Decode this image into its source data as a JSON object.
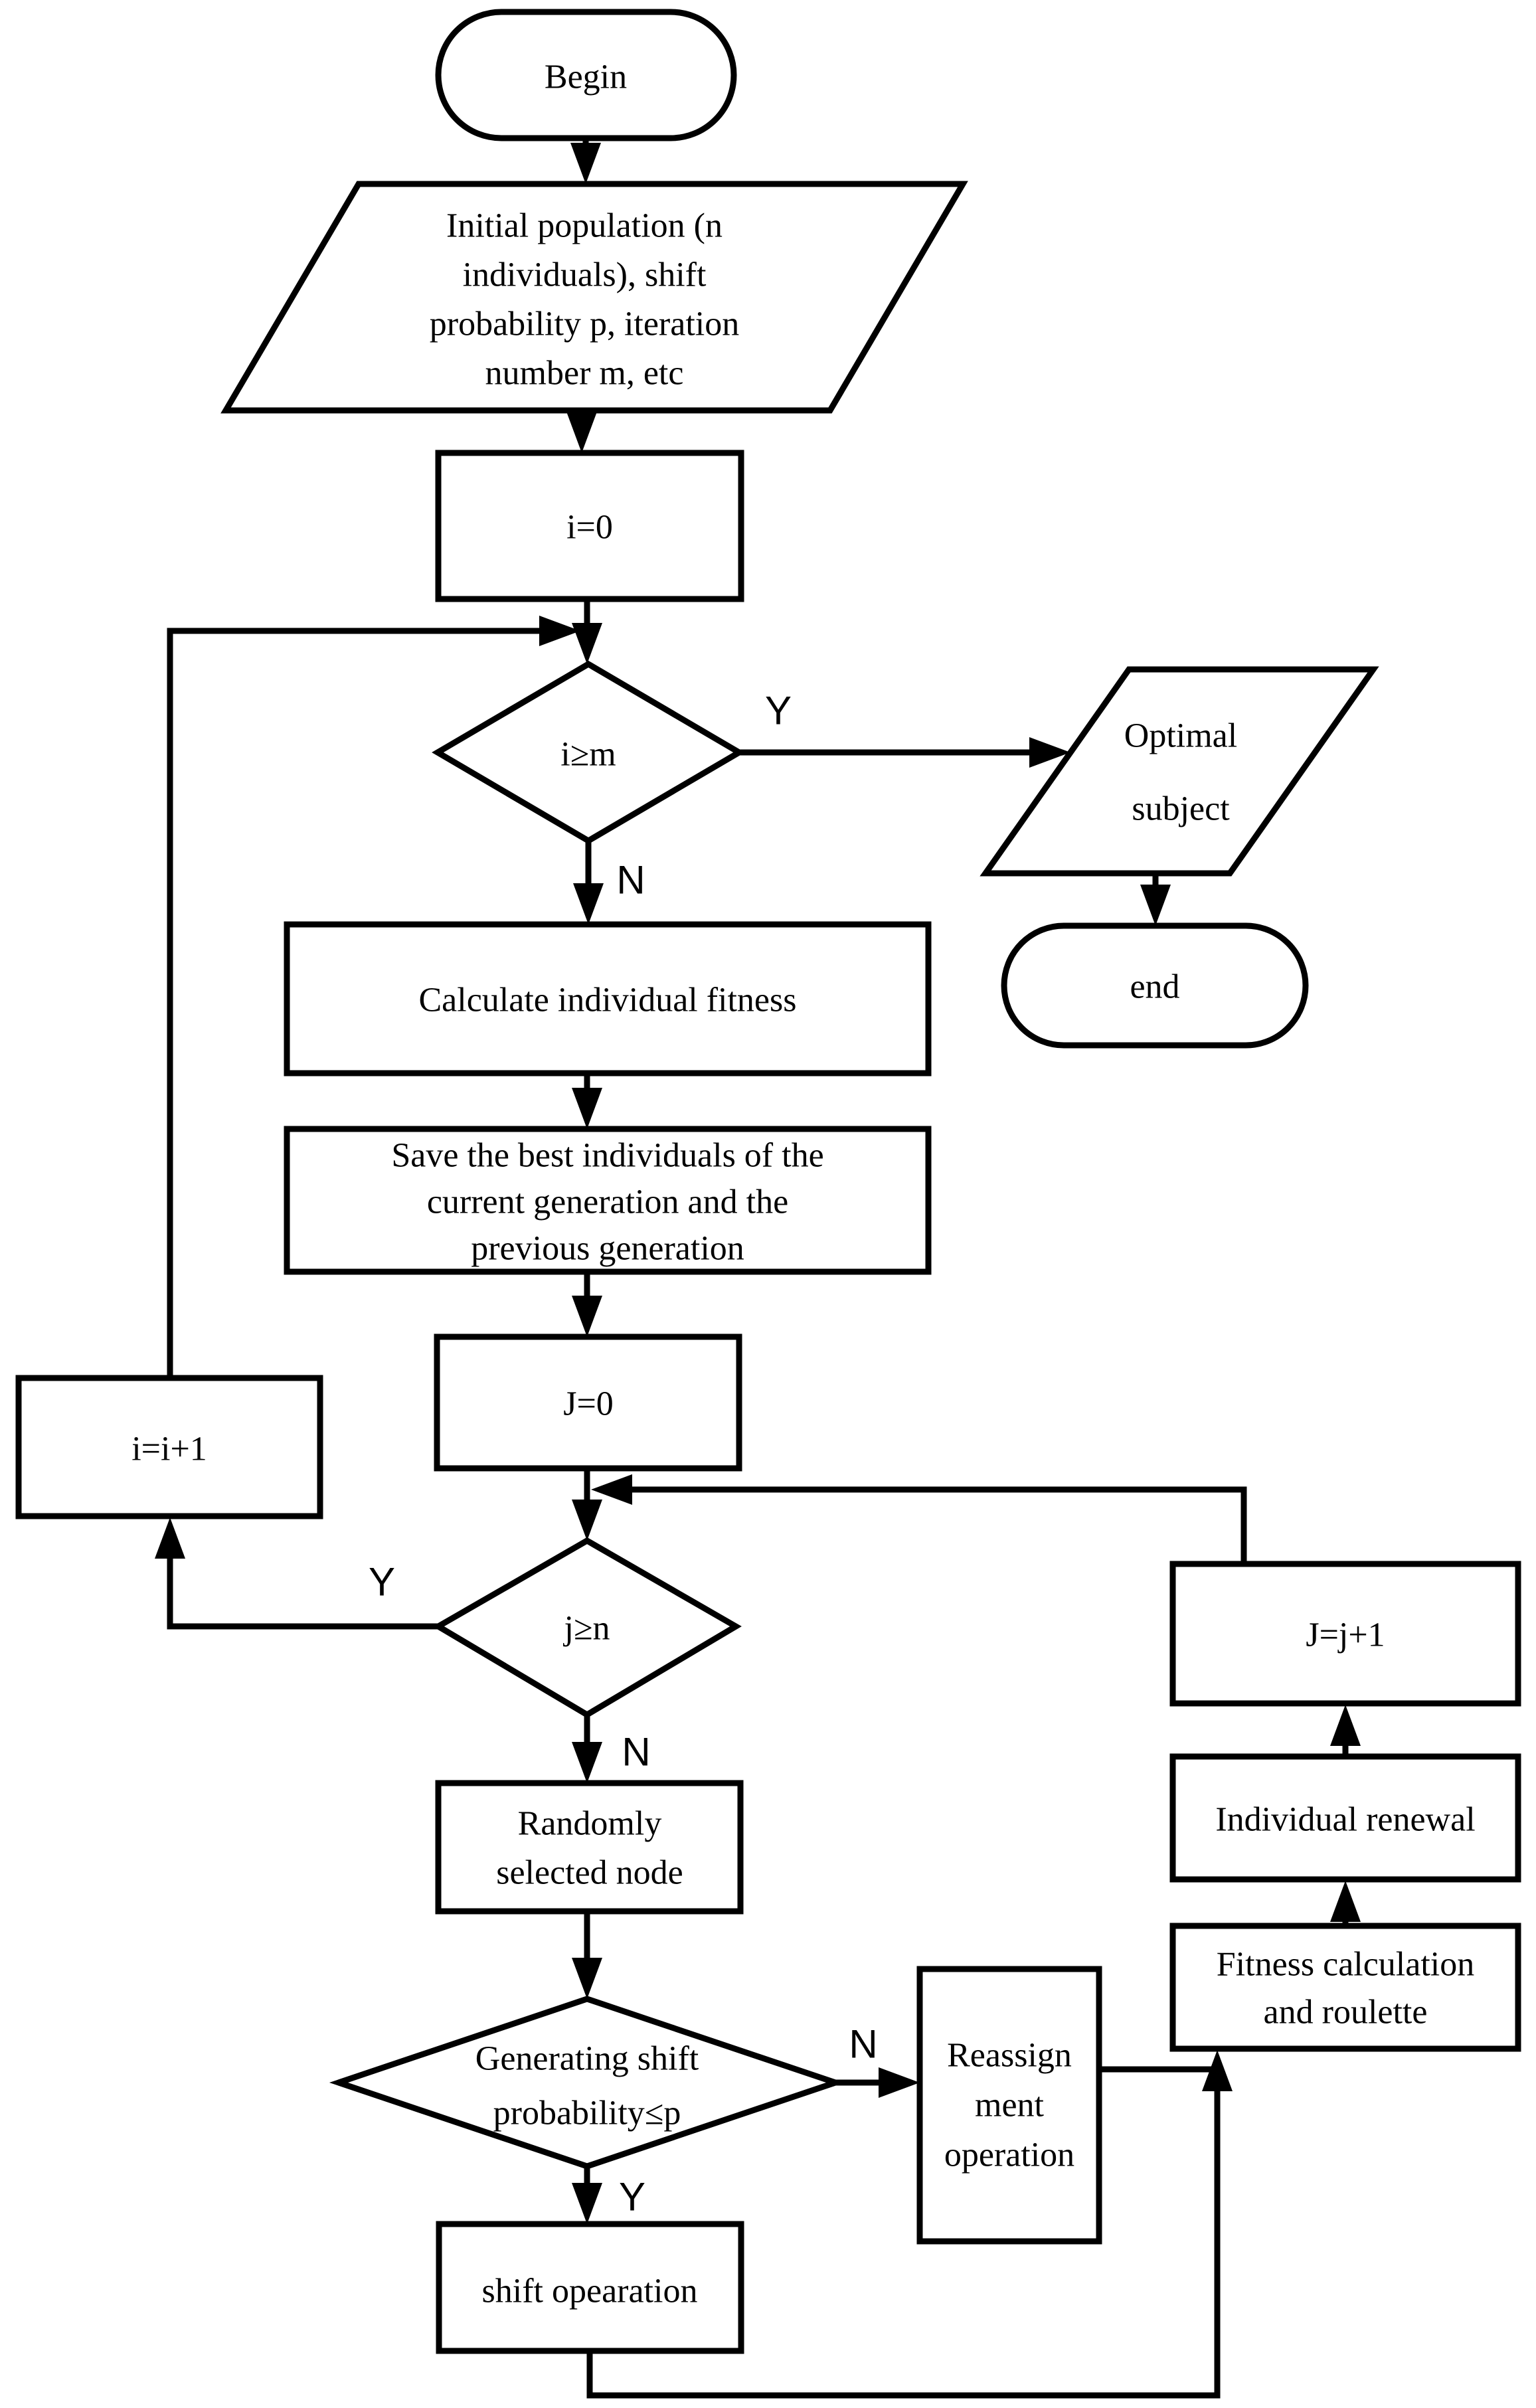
{
  "diagram": {
    "title": "Genetic algorithm flowchart",
    "type": "flowchart",
    "colors": {
      "background": "#ffffff",
      "stroke": "#000000",
      "text": "#000000"
    },
    "nodes": {
      "begin": {
        "shape": "stadium",
        "label": "Begin"
      },
      "init": {
        "shape": "parallelogram",
        "lines": [
          "Initial population (n",
          "individuals), shift",
          "probability p, iteration",
          "number m, etc"
        ]
      },
      "i0": {
        "shape": "rect",
        "label": "i=0"
      },
      "iter_check": {
        "shape": "diamond",
        "label": "i≥m"
      },
      "optimal": {
        "shape": "parallelogram",
        "lines": [
          "Optimal",
          "subject"
        ]
      },
      "end": {
        "shape": "stadium",
        "label": "end"
      },
      "calc": {
        "shape": "rect",
        "label": "Calculate individual fitness"
      },
      "save": {
        "shape": "rect",
        "lines": [
          "Save the best individuals of the",
          "current generation and the",
          "previous generation"
        ]
      },
      "j0": {
        "shape": "rect",
        "label": "J=0"
      },
      "pop_check": {
        "shape": "diamond",
        "label": "j≥n"
      },
      "inc_i": {
        "shape": "rect",
        "label": "i=i+1"
      },
      "random": {
        "shape": "rect",
        "lines": [
          "Randomly",
          "selected node"
        ]
      },
      "shift_check": {
        "shape": "diamond",
        "lines": [
          "Generating shift",
          "probability≤p"
        ]
      },
      "shift_op": {
        "shape": "rect",
        "label": "shift opearation"
      },
      "reassign": {
        "shape": "rect",
        "lines": [
          "Reassign",
          "ment",
          "operation"
        ]
      },
      "fitness": {
        "shape": "rect",
        "lines": [
          "Fitness calculation",
          "and roulette"
        ]
      },
      "renewal": {
        "shape": "rect",
        "label": "Individual renewal"
      },
      "inc_j": {
        "shape": "rect",
        "label": "J=j+1"
      }
    },
    "edge_labels": {
      "iter_yes": "Y",
      "iter_no": "N",
      "pop_yes": "Y",
      "pop_no": "N",
      "shift_no": "N",
      "shift_yes": "Y"
    }
  }
}
